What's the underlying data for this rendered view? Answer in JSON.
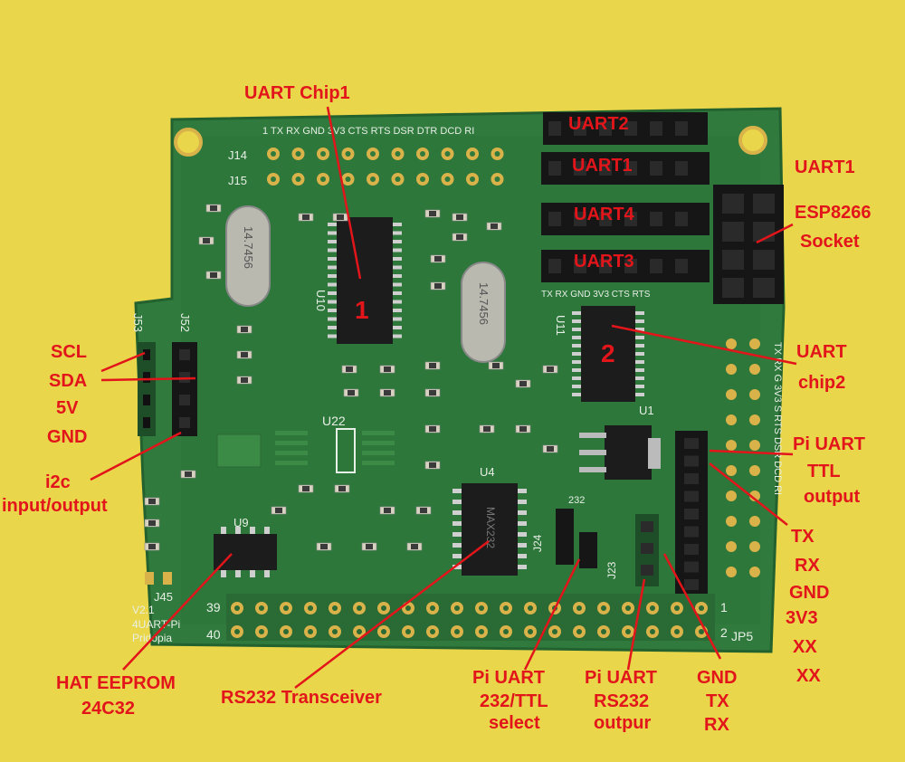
{
  "colors": {
    "background": "#e9d64a",
    "pcb": "#2f7a3c",
    "pcb_dark": "#1f5a2a",
    "silkscreen": "#e8efe6",
    "header_black": "#161616",
    "pad_gold": "#d9b24a",
    "annotation_red": "#e2151b"
  },
  "board_silkscreen": {
    "header_pins_top": "1  TX  RX  GND 3V3  CTS  RTS  DSR DTR DCD RI",
    "j14": "J14",
    "j15": "J15",
    "crystal1": "14.7456",
    "crystal2": "14.7456",
    "u10": "U10",
    "u11": "U11",
    "u22": "U22",
    "u9": "U9",
    "u4": "U4",
    "u1": "U1",
    "j52": "J52",
    "j53": "J53",
    "j45": "J45",
    "j24": "J24",
    "j23": "J23",
    "jp5": "JP5",
    "pin39": "39",
    "pin40": "40",
    "pin1": "1",
    "pin2": "2",
    "version": "V2.1",
    "brand1": "4UART-Pi",
    "brand2": "Pridopia",
    "chip_mark_1": "1",
    "chip_mark_2": "2",
    "max232": "MAX232",
    "ttl232": "232",
    "right_pins": "TX RX G 3V3 S RTS DSR DCD RI",
    "socket_pins": "TX RX GND 3V3 CTS RTS"
  },
  "annotations": {
    "uart_chip1": "UART Chip1",
    "uart2": "UART2",
    "uart1_header": "UART1",
    "uart4": "UART4",
    "uart3": "UART3",
    "uart1_right": "UART1",
    "esp_line1": "ESP8266",
    "esp_line2": "Socket",
    "uart_chip2_line1": "UART",
    "uart_chip2_line2": "chip2",
    "scl": "SCL",
    "sda": "SDA",
    "v5": "5V",
    "gnd_left": "GND",
    "i2c_line1": "i2c",
    "i2c_line2": "input/output",
    "pi_ttl_line1": "Pi UART",
    "pi_ttl_line2": "TTL",
    "pi_ttl_line3": "output",
    "tx_right": "TX",
    "rx_right": "RX",
    "gnd_right": "GND",
    "v3v3_right": "3V3",
    "xx1": "XX",
    "xx2": "XX",
    "eeprom_line1": "HAT EEPROM",
    "eeprom_line2": "24C32",
    "rs232": "RS232 Transceiver",
    "select_line1": "Pi UART",
    "select_line2": "232/TTL",
    "select_line3": "select",
    "rs232out_line1": "Pi UART",
    "rs232out_line2": "RS232",
    "rs232out_line3": "outpur",
    "gtr_line1": "GND",
    "gtr_line2": "TX",
    "gtr_line3": "RX"
  }
}
